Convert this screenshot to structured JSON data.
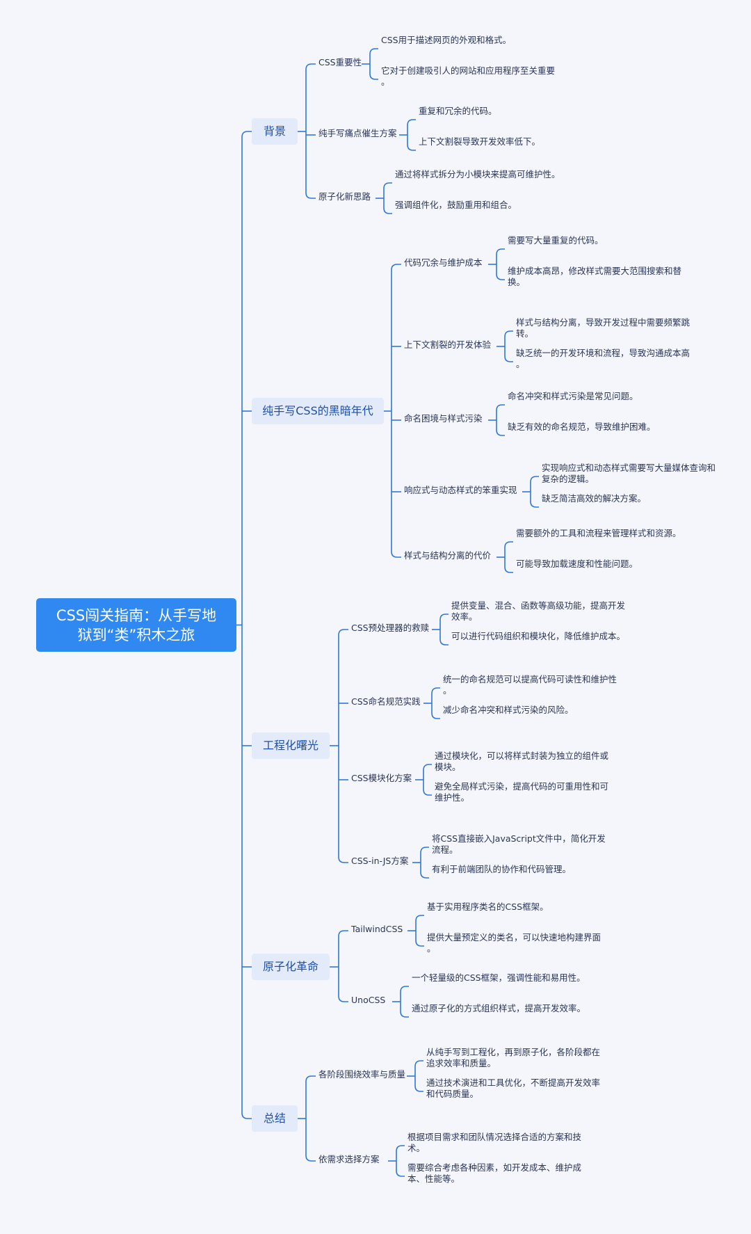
{
  "colors": {
    "link": "#2f78d6",
    "root_bg": "#2f89f0",
    "branch_bg": "#e3ebfb",
    "text": "#2b3556"
  },
  "root": {
    "title": "CSS闯关指南：从手写地\n狱到“类”积木之旅"
  },
  "branches": [
    {
      "label": "背景",
      "children": [
        {
          "label": "CSS重要性",
          "details": [
            "CSS用于描述网页的外观和格式。",
            "它对于创建吸引人的网站和应用程序至关重要\n。"
          ]
        },
        {
          "label": "纯手写痛点催生方案",
          "details": [
            "重复和冗余的代码。",
            "上下文割裂导致开发效率低下。"
          ]
        },
        {
          "label": "原子化新思路",
          "details": [
            "通过将样式拆分为小模块来提高可维护性。",
            "强调组件化，鼓励重用和组合。"
          ]
        }
      ]
    },
    {
      "label": "纯手写CSS的黑暗年代",
      "children": [
        {
          "label": "代码冗余与维护成本",
          "details": [
            "需要写大量重复的代码。",
            "维护成本高昂，修改样式需要大范围搜索和替\n换。"
          ]
        },
        {
          "label": "上下文割裂的开发体验",
          "details": [
            "样式与结构分离，导致开发过程中需要频繁跳\n转。",
            "缺乏统一的开发环境和流程，导致沟通成本高\n。"
          ]
        },
        {
          "label": "命名困境与样式污染",
          "details": [
            "命名冲突和样式污染是常见问题。",
            "缺乏有效的命名规范，导致维护困难。"
          ]
        },
        {
          "label": "响应式与动态样式的笨重实现",
          "details": [
            "实现响应式和动态样式需要写大量媒体查询和\n复杂的逻辑。",
            "缺乏简洁高效的解决方案。"
          ]
        },
        {
          "label": "样式与结构分离的代价",
          "details": [
            "需要额外的工具和流程来管理样式和资源。",
            "可能导致加载速度和性能问题。"
          ]
        }
      ]
    },
    {
      "label": "工程化曙光",
      "children": [
        {
          "label": "CSS预处理器的救赎",
          "details": [
            "提供变量、混合、函数等高级功能，提高开发\n效率。",
            "可以进行代码组织和模块化，降低维护成本。"
          ]
        },
        {
          "label": "CSS命名规范实践",
          "details": [
            "统一的命名规范可以提高代码可读性和维护性\n。",
            "减少命名冲突和样式污染的风险。"
          ]
        },
        {
          "label": "CSS模块化方案",
          "details": [
            "通过模块化，可以将样式封装为独立的组件或\n模块。",
            "避免全局样式污染，提高代码的可重用性和可\n维护性。"
          ]
        },
        {
          "label": "CSS-in-JS方案",
          "details": [
            "将CSS直接嵌入JavaScript文件中，简化开发\n流程。",
            "有利于前端团队的协作和代码管理。"
          ]
        }
      ]
    },
    {
      "label": "原子化革命",
      "children": [
        {
          "label": "TailwindCSS",
          "details": [
            "基于实用程序类名的CSS框架。",
            "提供大量预定义的类名，可以快速地构建界面\n。"
          ]
        },
        {
          "label": "UnoCSS",
          "details": [
            "一个轻量级的CSS框架，强调性能和易用性。",
            "通过原子化的方式组织样式，提高开发效率。"
          ]
        }
      ]
    },
    {
      "label": "总结",
      "children": [
        {
          "label": "各阶段围绕效率与质量",
          "details": [
            "从纯手写到工程化，再到原子化，各阶段都在\n追求效率和质量。",
            "通过技术演进和工具优化，不断提高开发效率\n和代码质量。"
          ]
        },
        {
          "label": "依需求选择方案",
          "details": [
            "根据项目需求和团队情况选择合适的方案和技\n术。",
            "需要综合考虑各种因素，如开发成本、维护成\n本、性能等。"
          ]
        }
      ]
    }
  ]
}
